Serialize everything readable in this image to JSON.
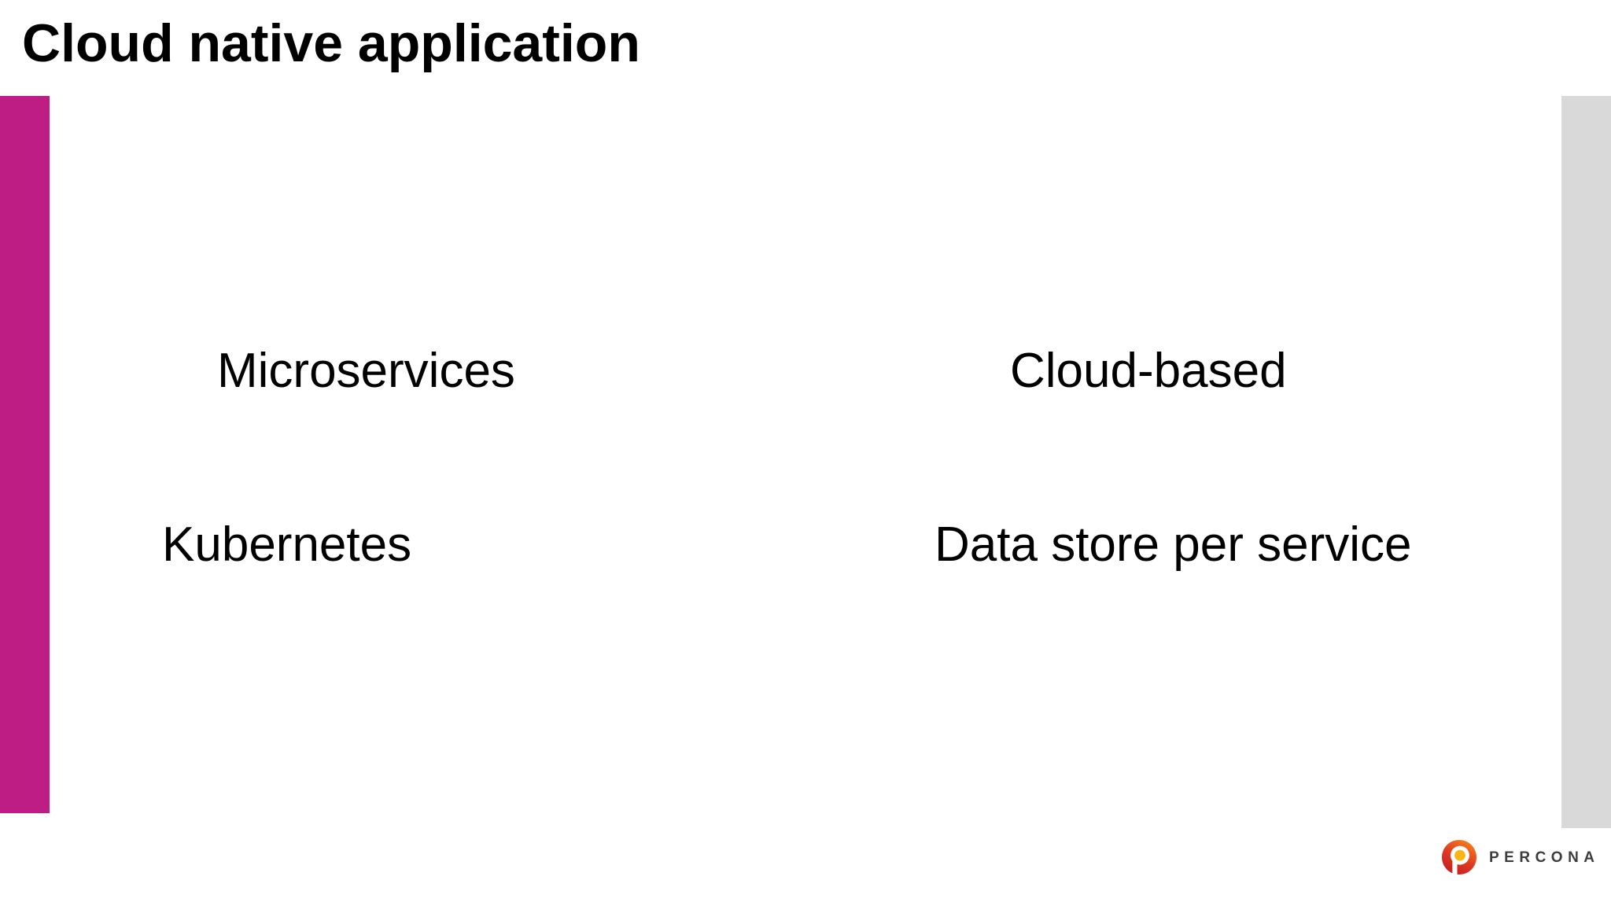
{
  "slide": {
    "title": "Cloud native application",
    "items": [
      {
        "label": "Microservices"
      },
      {
        "label": "Cloud-based"
      },
      {
        "label": "Kubernetes"
      },
      {
        "label": "Data store per service"
      }
    ]
  },
  "footer": {
    "brand": "PERCONA",
    "logo_icon": "percona-p-mark"
  },
  "colors": {
    "accent_bar": "#BE1E83",
    "side_panel": "#D9D9D9",
    "title_text": "#000000",
    "body_text": "#000000",
    "logo_text": "#3D3D3D",
    "logo_red": "#C01E23",
    "logo_orange": "#F5801E",
    "logo_yellow": "#F9B616"
  }
}
